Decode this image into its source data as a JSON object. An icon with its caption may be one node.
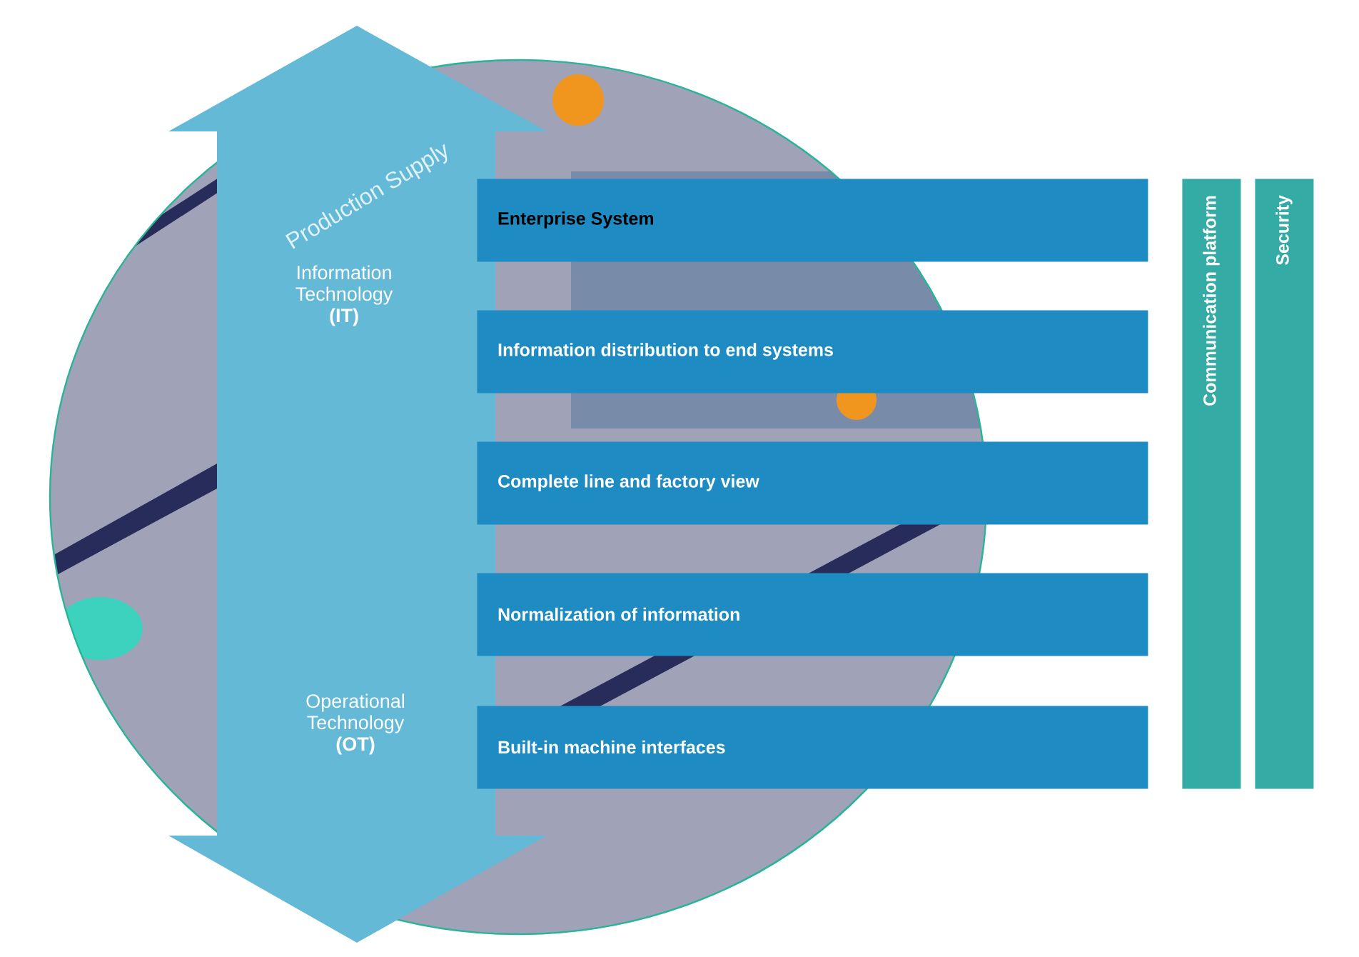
{
  "diagram": {
    "nodes": [
      {
        "text": [
          "Information Technology **(IT)**",
          "Operational Technology **(OT)**"
        ]
      },
      {
        "text": [
          "Enterprise System"
        ]
      },
      {
        "text": [
          "Information distribution to end systems"
        ]
      },
      {
        "text": [
          "Complete line and factory view"
        ]
      },
      {
        "text": [
          "Normalization of information"
        ]
      },
      {
        "text": [
          "Built-in machine interfaces"
        ]
      },
      {
        "text": [
          "Communication platform"
        ]
      },
      {
        "text": [
          "Security"
        ]
      }
    ],
    "labels": [
      "Production Supply"
    ]
  }
}
